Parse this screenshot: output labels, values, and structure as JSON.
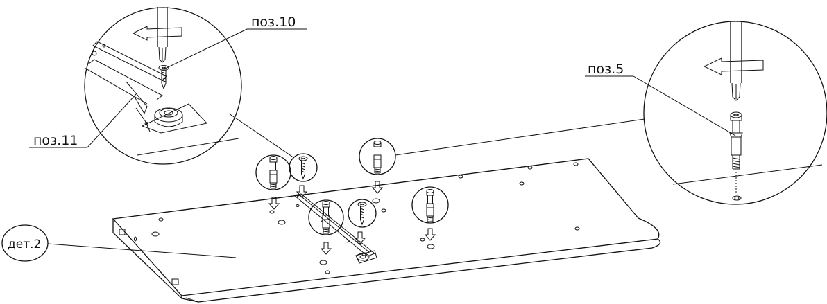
{
  "labels": {
    "part_board": "дет.2",
    "pos_10": "поз.10",
    "pos_11": "поз.11",
    "pos_5": "поз.5"
  },
  "icons": [
    "cam-bolt-icon",
    "wood-screw-icon",
    "screwdriver-icon",
    "rotation-arrow-icon",
    "down-arrow-icon",
    "magnifier-circle-icon"
  ],
  "colors": {
    "line": "#111111",
    "background": "#ffffff"
  }
}
